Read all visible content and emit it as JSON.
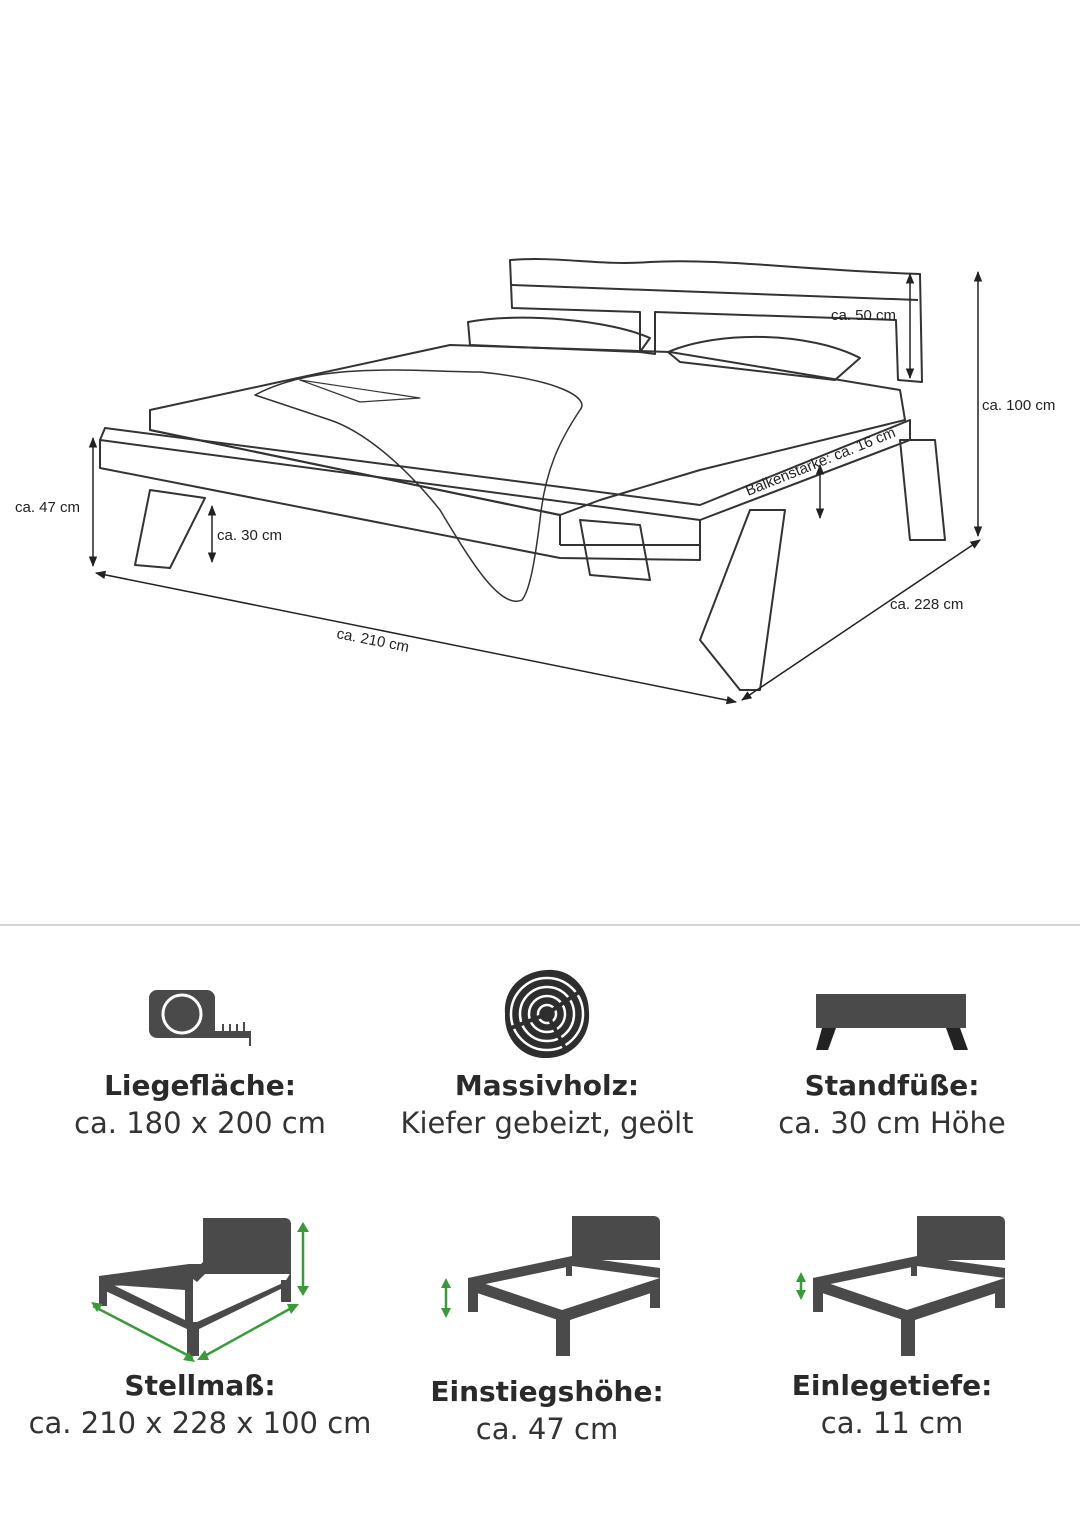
{
  "dimensions": {
    "headboard_height": "ca. 50 cm",
    "total_height": "ca. 100 cm",
    "beam_thickness": "Balkenstärke: ca. 16 cm",
    "entry_height": "ca. 47 cm",
    "leg_height": "ca. 30 cm",
    "width": "ca. 210 cm",
    "length": "ca. 228 cm"
  },
  "features": [
    {
      "icon": "tape-measure-icon",
      "title": "Liegefläche:",
      "value": "ca. 180 x 200 cm"
    },
    {
      "icon": "wood-rings-icon",
      "title": "Massivholz:",
      "value": "Kiefer gebeizt, geölt"
    },
    {
      "icon": "bed-legs-icon",
      "title": "Standfüße:",
      "value": "ca. 30 cm Höhe"
    },
    {
      "icon": "bed-frame-total-dimensions-icon",
      "title": "Stellmaß:",
      "value": "ca. 210 x 228 x 100 cm"
    },
    {
      "icon": "bed-frame-entry-height-icon",
      "title": "Einstiegshöhe:",
      "value": "ca. 47 cm"
    },
    {
      "icon": "bed-frame-insert-depth-icon",
      "title": "Einlegetiefe:",
      "value": "ca. 11 cm"
    }
  ],
  "colors": {
    "icon_fill": "#4a4a4a",
    "accent_arrow": "#3a9a3a",
    "divider": "#d4d4d4"
  }
}
